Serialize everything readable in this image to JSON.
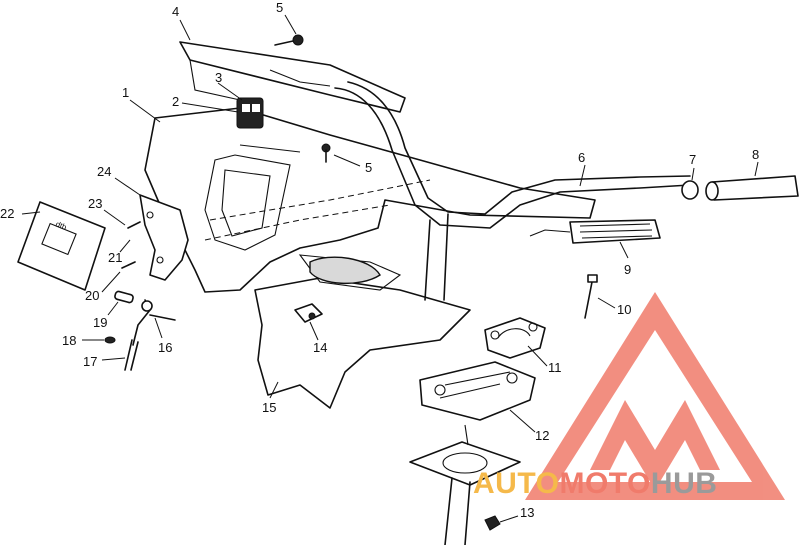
{
  "callouts": [
    {
      "id": "c1",
      "label": "1"
    },
    {
      "id": "c2",
      "label": "2"
    },
    {
      "id": "c3",
      "label": "3"
    },
    {
      "id": "c4",
      "label": "4"
    },
    {
      "id": "c5a",
      "label": "5"
    },
    {
      "id": "c5b",
      "label": "5"
    },
    {
      "id": "c6",
      "label": "6"
    },
    {
      "id": "c7",
      "label": "7"
    },
    {
      "id": "c8",
      "label": "8"
    },
    {
      "id": "c9",
      "label": "9"
    },
    {
      "id": "c10",
      "label": "10"
    },
    {
      "id": "c11",
      "label": "11"
    },
    {
      "id": "c12",
      "label": "12"
    },
    {
      "id": "c13",
      "label": "13"
    },
    {
      "id": "c14",
      "label": "14"
    },
    {
      "id": "c15",
      "label": "15"
    },
    {
      "id": "c16",
      "label": "16"
    },
    {
      "id": "c17",
      "label": "17"
    },
    {
      "id": "c18",
      "label": "18"
    },
    {
      "id": "c19",
      "label": "19"
    },
    {
      "id": "c20",
      "label": "20"
    },
    {
      "id": "c21",
      "label": "21"
    },
    {
      "id": "c22",
      "label": "22"
    },
    {
      "id": "c23",
      "label": "23"
    },
    {
      "id": "c24",
      "label": "24"
    }
  ],
  "watermark": {
    "part1": "AUTO",
    "part2": "MOTO",
    "part3": "HUB",
    "color_auto": "#f5b94a",
    "color_moto": "#f07b6b",
    "color_hub": "#9a9a9a",
    "logo_color": "#f07b6b"
  }
}
